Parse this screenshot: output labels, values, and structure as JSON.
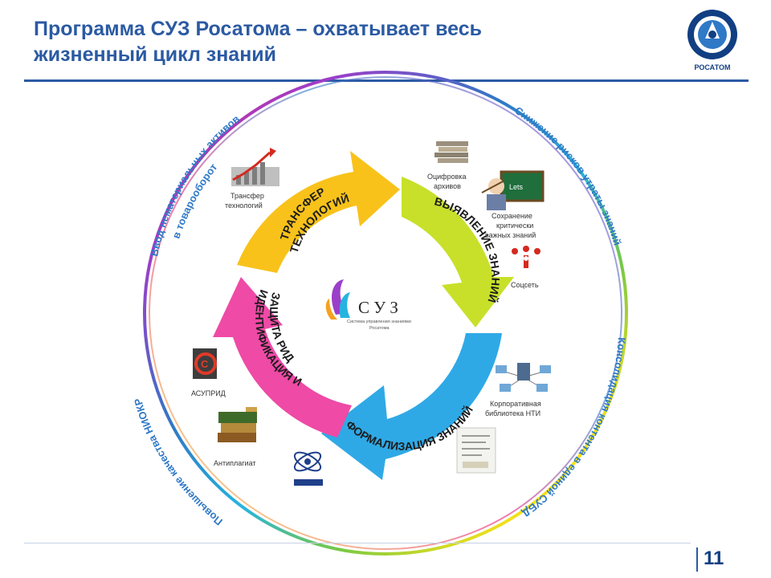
{
  "header": {
    "title_line1": "Программа СУЗ Росатома – охватывает весь",
    "title_line2": "жизненный цикл знаний"
  },
  "logo": {
    "text": "РОСАТОМ",
    "color": "#123f82"
  },
  "footer": {
    "page_number": "11"
  },
  "center": {
    "title": "С У З",
    "subtitle_line1": "Система управления знаниями",
    "subtitle_line2": "Росатома"
  },
  "cycle_stages": [
    {
      "label_line1": "ТРАНСФЕР",
      "label_line2": "ТЕХНОЛОГИЙ",
      "color": "#f8c21a"
    },
    {
      "label_line1": "ВЫЯВЛЕНИЕ ЗНАНИЙ",
      "label_line2": "",
      "color": "#c8e02a"
    },
    {
      "label_line1": "ФОРМАЛИЗАЦИЯ ЗНАНИЙ",
      "label_line2": "",
      "color": "#2fa9e6"
    },
    {
      "label_line1": "ИДЕНТИФИКАЦИЯ И",
      "label_line2": "ЗАЩИТА РИД",
      "color": "#ee4aa6"
    }
  ],
  "outer_labels": [
    {
      "line1": "Ввод нематериальных активов",
      "line2": "в товарооборот"
    },
    {
      "line1": "Снижение рисков утраты знаний",
      "line2": ""
    },
    {
      "line1": "Консолидация контента в единой СУБД",
      "line2": ""
    },
    {
      "line1": "Повышение качества НИОКР",
      "line2": ""
    }
  ],
  "items": [
    {
      "label_line1": "Трансфер",
      "label_line2": "технологий",
      "icon": "rising-chart-icon"
    },
    {
      "label_line1": "Оцифровка",
      "label_line2": "архивов",
      "icon": "book-stack-icon"
    },
    {
      "label_line1": "Сохранение",
      "label_line2": "критически",
      "label_line3": "важных знаний",
      "icon": "teacher-icon"
    },
    {
      "label_line1": "Соцсеть",
      "label_line2": "",
      "icon": "social-network-icon"
    },
    {
      "label_line1": "Корпоративная",
      "label_line2": "библиотека НТИ",
      "icon": "network-computers-icon"
    },
    {
      "label_line1": "",
      "label_line2": "",
      "icon": "document-icon"
    },
    {
      "label_line1": "АСУПРИД",
      "label_line2": "",
      "icon": "copyright-icon"
    },
    {
      "label_line1": "Антиплагиат",
      "label_line2": "",
      "icon": "books-icon"
    },
    {
      "label_line1": "",
      "label_line2": "",
      "icon": "questel-logo-icon"
    }
  ],
  "colors": {
    "title": "#2b5aa3",
    "outer_label": "#2f79c6",
    "ring_gradient": [
      "#e8267a",
      "#9b3fc9",
      "#2f79c6",
      "#27b3e0",
      "#7ac943",
      "#f6e11a",
      "#f5a21f"
    ]
  }
}
